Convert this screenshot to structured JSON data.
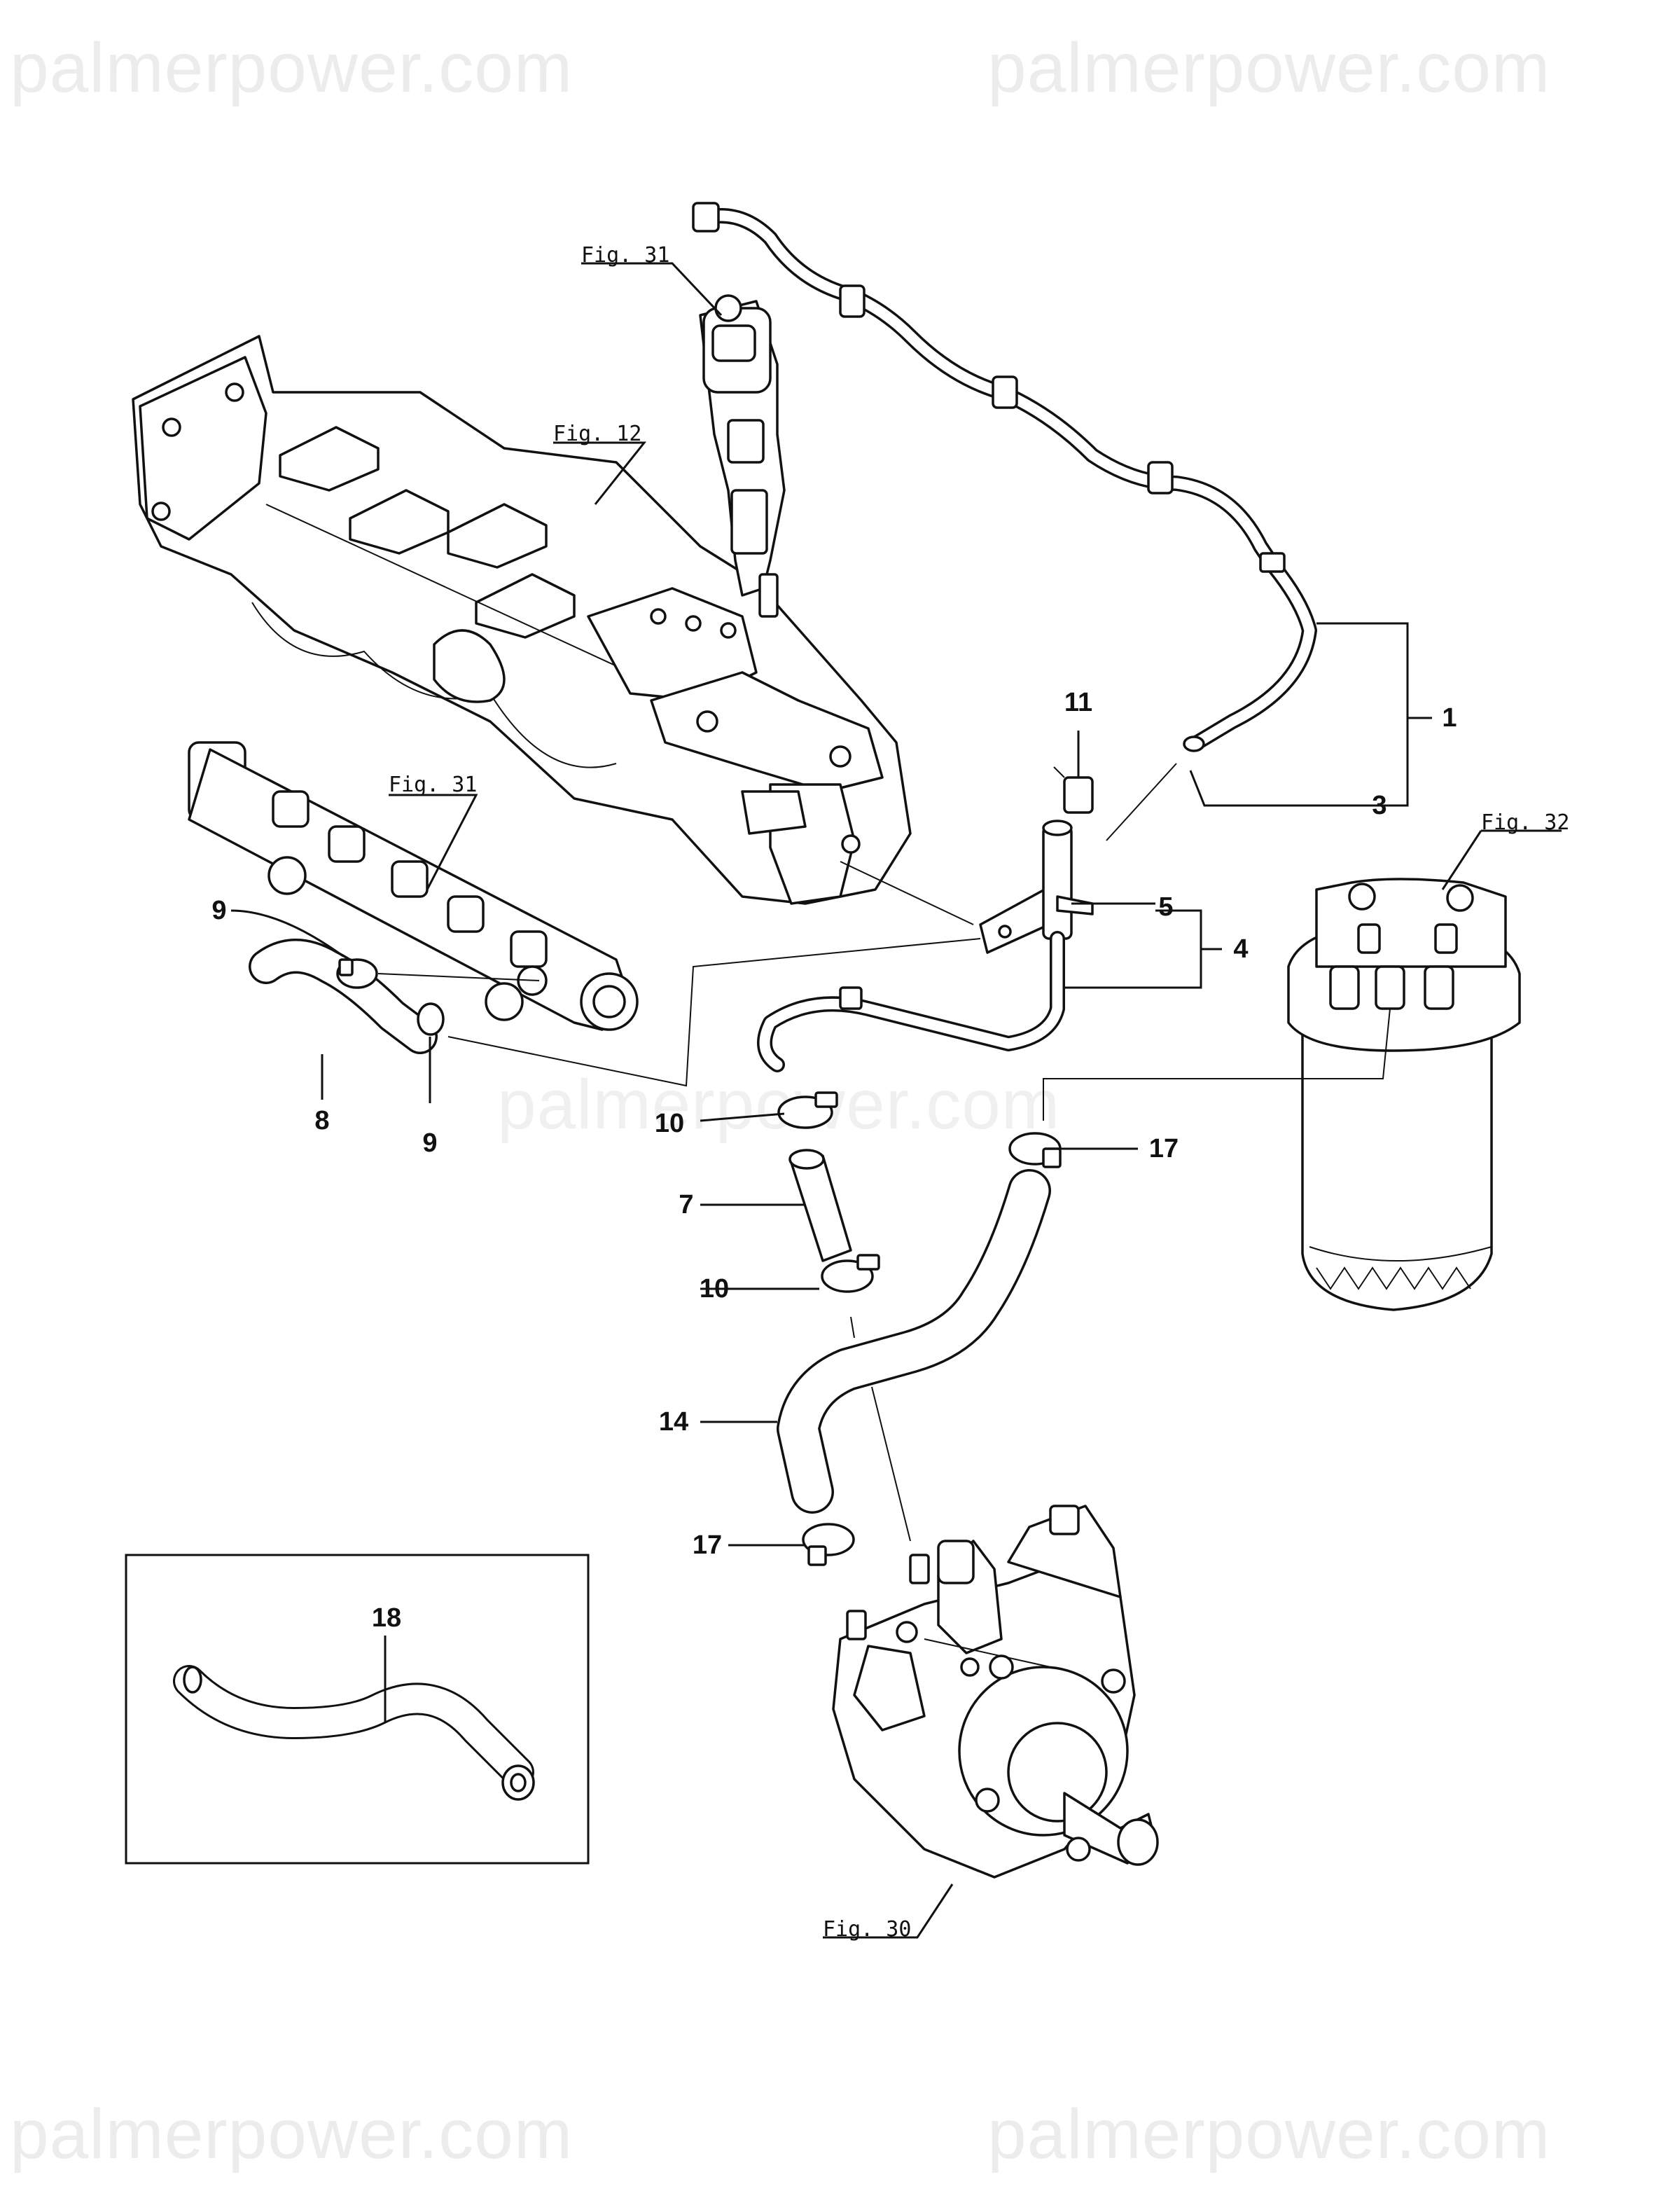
{
  "watermarks": {
    "top_left": "palmerpower.com",
    "top_right": "palmerpower.com",
    "middle": "palmerpower.com",
    "bottom_left": "palmerpower.com",
    "bottom_right": "palmerpower.com"
  },
  "figure_refs": {
    "injector": "Fig. 31",
    "manifold": "Fig. 12",
    "rail": "Fig. 31",
    "filter": "Fig. 32",
    "pump": "Fig. 30"
  },
  "part_numbers": {
    "p1": "1",
    "p3": "3",
    "p4": "4",
    "p5": "5",
    "p7": "7",
    "p8": "8",
    "p9a": "9",
    "p9b": "9",
    "p10a": "10",
    "p10b": "10",
    "p11": "11",
    "p14": "14",
    "p17a": "17",
    "p17b": "17",
    "p18": "18"
  }
}
